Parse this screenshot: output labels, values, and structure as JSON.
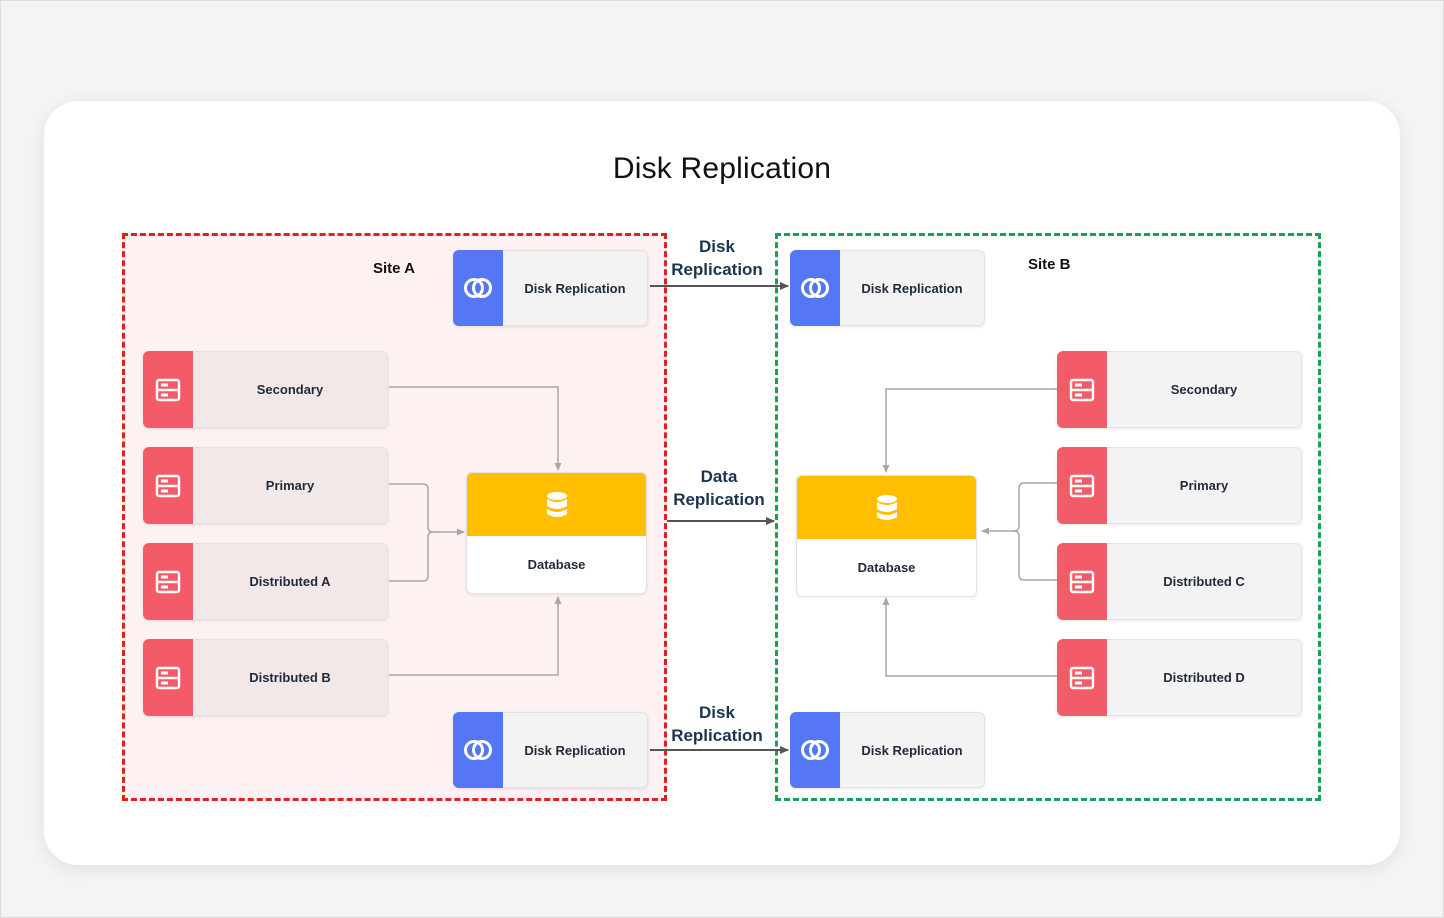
{
  "title": "Disk Replication",
  "site_a": {
    "label": "Site A",
    "servers": [
      "Secondary",
      "Primary",
      "Distributed A",
      "Distributed B"
    ],
    "database": "Database",
    "disk_top": "Disk Replication",
    "disk_bottom": "Disk Replication"
  },
  "site_b": {
    "label": "Site B",
    "servers": [
      "Secondary",
      "Primary",
      "Distributed C",
      "Distributed D"
    ],
    "database": "Database",
    "disk_top": "Disk Replication",
    "disk_bottom": "Disk Replication"
  },
  "connections": {
    "top": [
      "Disk",
      "Replication"
    ],
    "middle": [
      "Data",
      "Replication"
    ],
    "bottom": [
      "Disk",
      "Replication"
    ]
  },
  "colors": {
    "site_a_border": "#e02020",
    "site_b_border": "#18a058",
    "server_accent": "#f25b67",
    "disk_accent": "#5577f5",
    "database_accent": "#ffbe00"
  },
  "icons": {
    "server": "server-icon",
    "disk": "replication-rings-icon",
    "database": "database-icon"
  }
}
